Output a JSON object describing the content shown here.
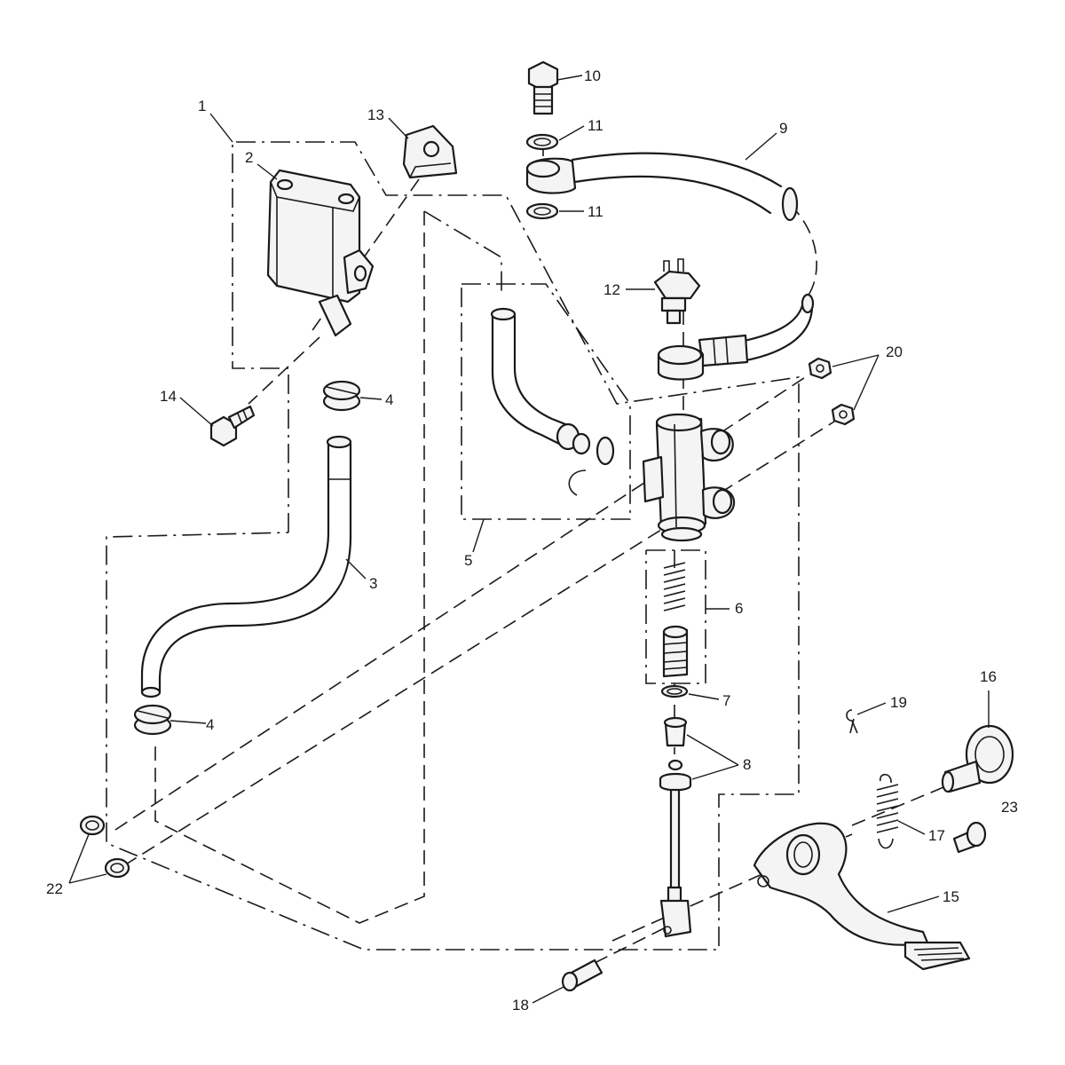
{
  "callouts": {
    "c1": "1",
    "c2": "2",
    "c3": "3",
    "c4a": "4",
    "c4b": "4",
    "c5": "5",
    "c6": "6",
    "c7": "7",
    "c8": "8",
    "c9": "9",
    "c10": "10",
    "c11a": "11",
    "c11b": "11",
    "c12": "12",
    "c13": "13",
    "c14": "14",
    "c15": "15",
    "c16": "16",
    "c17": "17",
    "c18": "18",
    "c19": "19",
    "c20": "20",
    "c22": "22",
    "c23": "23"
  },
  "colors": {
    "ink": "#1a1a1a",
    "fill": "#f4f4f4",
    "background": "#ffffff"
  }
}
